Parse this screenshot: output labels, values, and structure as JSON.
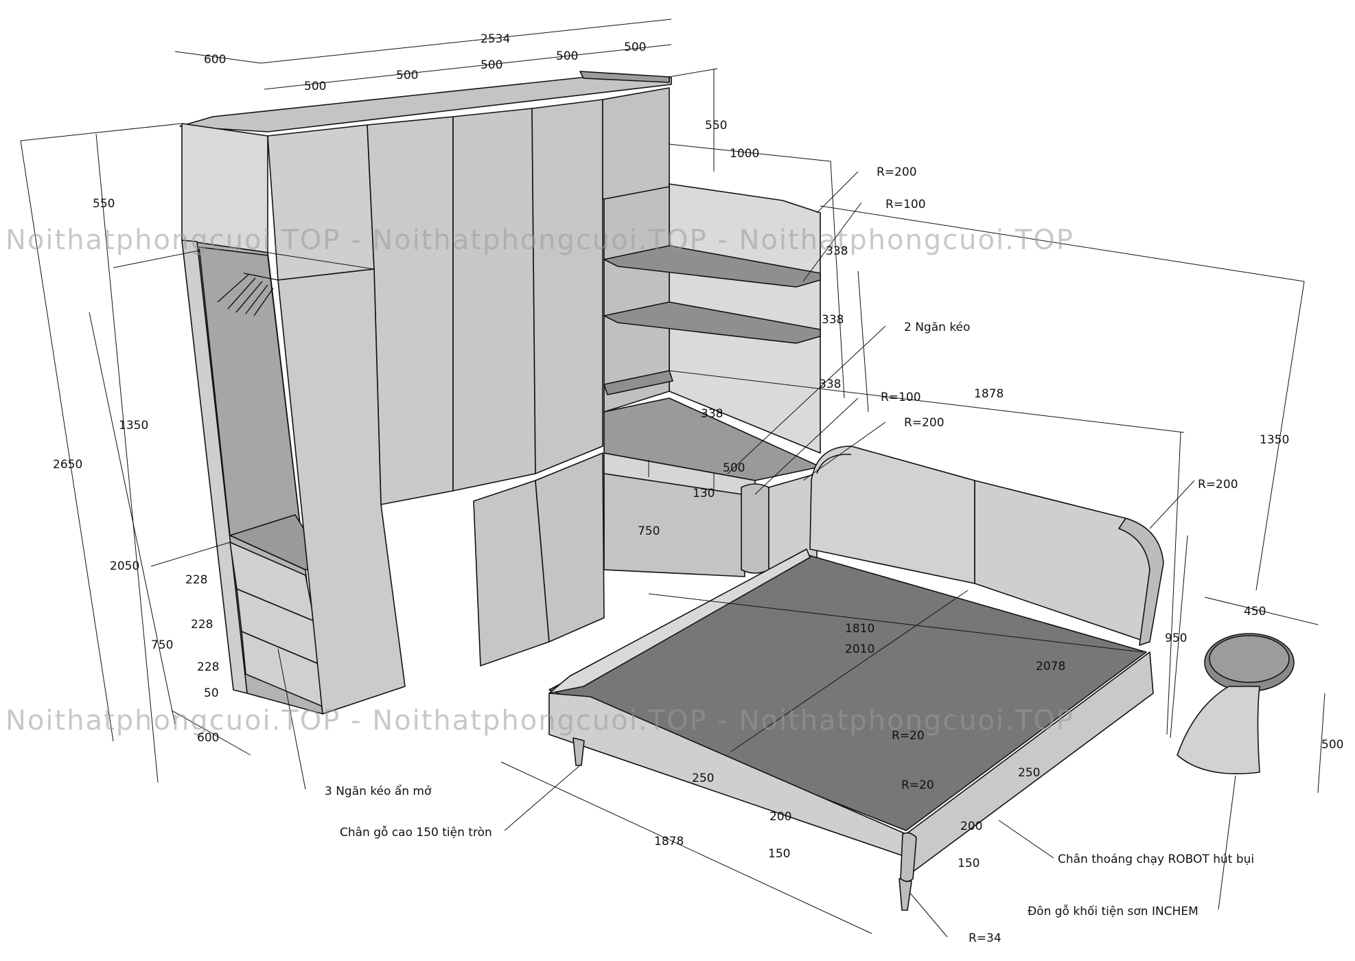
{
  "watermark": {
    "text": "Noithatphongcuoi.TOP - Noithatphongcuoi.TOP - Noithatphongcuoi.TOP"
  },
  "colors": {
    "face_light": "#d4d4d4",
    "face_mid": "#bdbdbd",
    "face_dark": "#8e8e8e",
    "face_inner": "#a9a9a9",
    "line": "#111111"
  },
  "dimensions": {
    "d2534": "2534",
    "d600_top": "600",
    "d500_a": "500",
    "d500_b": "500",
    "d500_c": "500",
    "d500_d": "500",
    "d500_e": "500",
    "d550_right": "550",
    "d1000": "1000",
    "d550_left": "550",
    "d1350_left": "1350",
    "d2650": "2650",
    "d2050": "2050",
    "d750_left": "750",
    "d228_a": "228",
    "d228_b": "228",
    "d228_c": "228",
    "d50": "50",
    "d600_bottom": "600",
    "d338_a": "338",
    "d338_b": "338",
    "d338_c": "338",
    "d338_d": "338",
    "d500_desk": "500",
    "d130": "130",
    "d750_desk": "750",
    "d1878_top": "1878",
    "d1350_right": "1350",
    "d1810": "1810",
    "d2010": "2010",
    "d2078": "2078",
    "d950": "950",
    "d450": "450",
    "d500_stool": "500",
    "d250_a": "250",
    "d250_b": "250",
    "d200_a": "200",
    "d200_b": "200",
    "d150_a": "150",
    "d150_b": "150",
    "d1878_bottom": "1878"
  },
  "radius_labels": {
    "r200_shelf": "R=200",
    "r100_shelf": "R=100",
    "r100_desk": "R=100",
    "r200_desk": "R=200",
    "r200_headboard": "R=200",
    "r20_a": "R=20",
    "r20_b": "R=20",
    "r34": "R=34"
  },
  "notes": {
    "drawers_2": "2 Ngăn kéo",
    "drawers_3": "3 Ngăn kéo ẩn mở",
    "leg": "Chân gỗ cao 150 tiện tròn",
    "robot": "Chân thoáng chạy ROBOT hút bụi",
    "stool": "Đôn gỗ khối tiện sơn INCHEM"
  }
}
